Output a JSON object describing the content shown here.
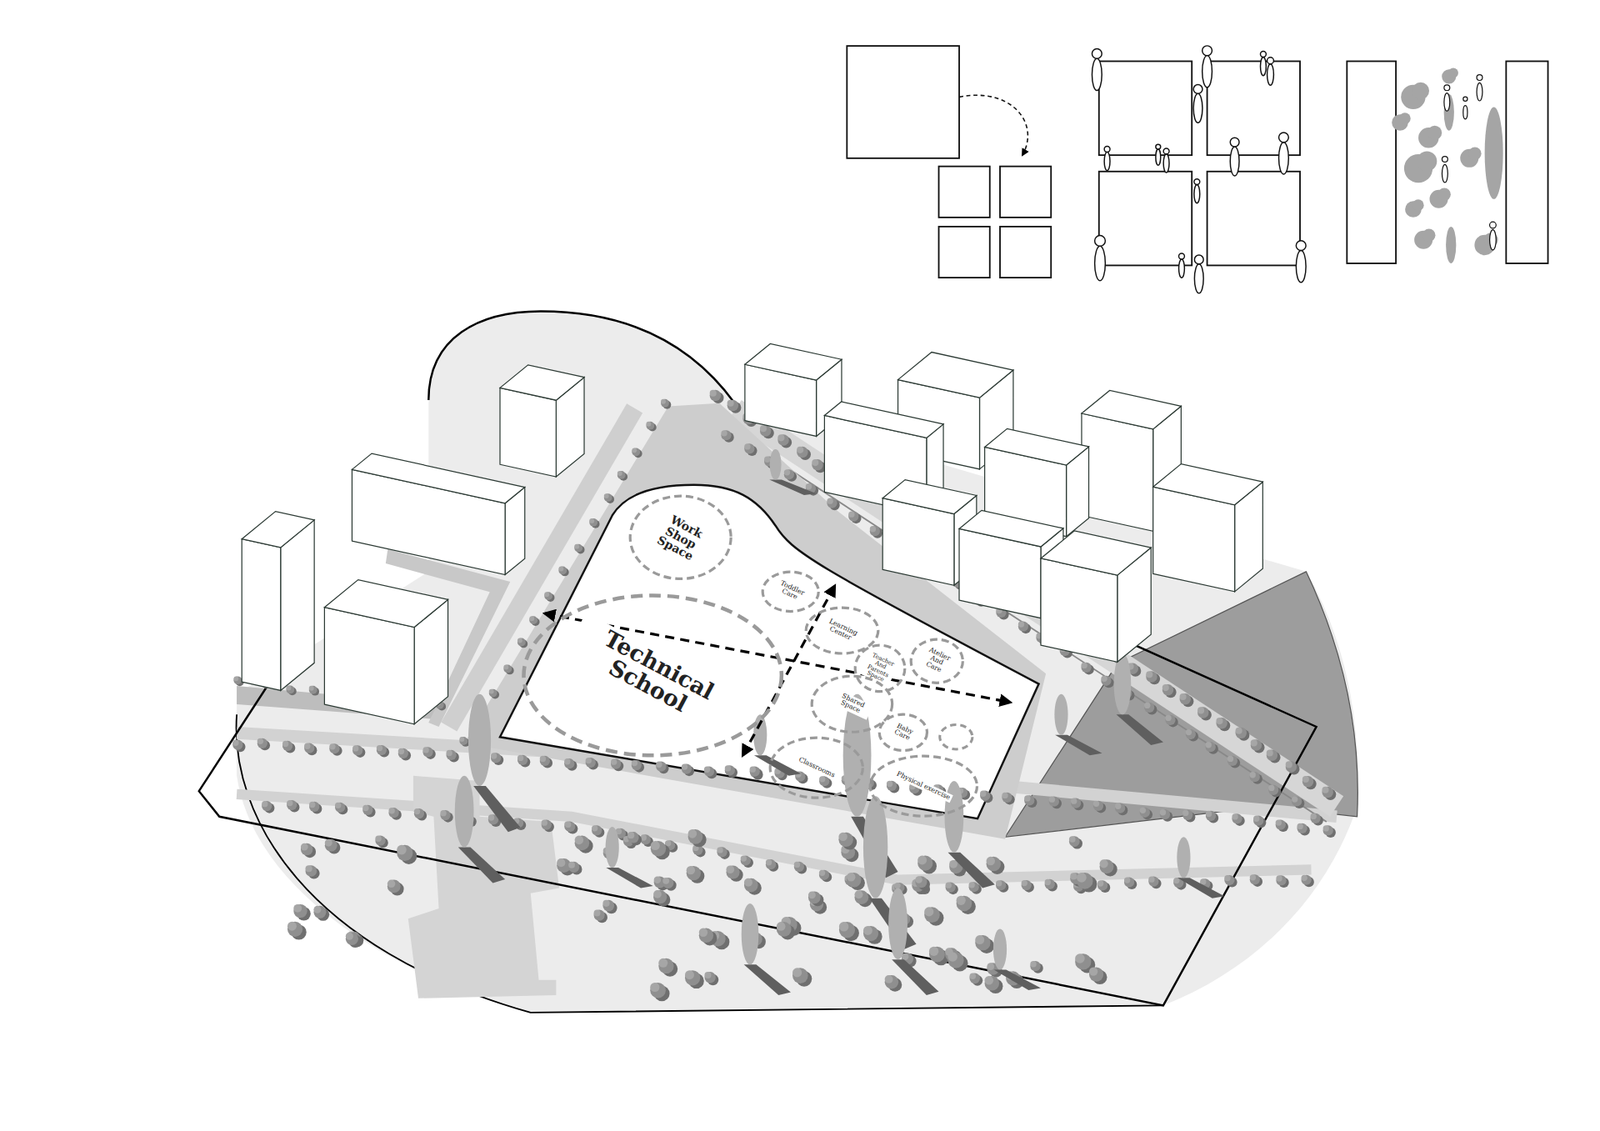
{
  "diagram": {
    "nodes": [
      {
        "text": [
          "Work Shop Space"
        ]
      },
      {
        "text": [
          "Technical School"
        ]
      },
      {
        "text": [
          "Toddler Care"
        ]
      },
      {
        "text": [
          "Learning Center"
        ]
      },
      {
        "text": [
          "Teacher And Parents Space"
        ]
      },
      {
        "text": [
          "Atelier And Care"
        ]
      },
      {
        "text": [
          "Shared Space"
        ]
      },
      {
        "text": [
          "Baby Care"
        ]
      },
      {
        "text": [
          "Classrooms"
        ]
      },
      {
        "text": [
          "Physical exercise"
        ]
      }
    ]
  }
}
